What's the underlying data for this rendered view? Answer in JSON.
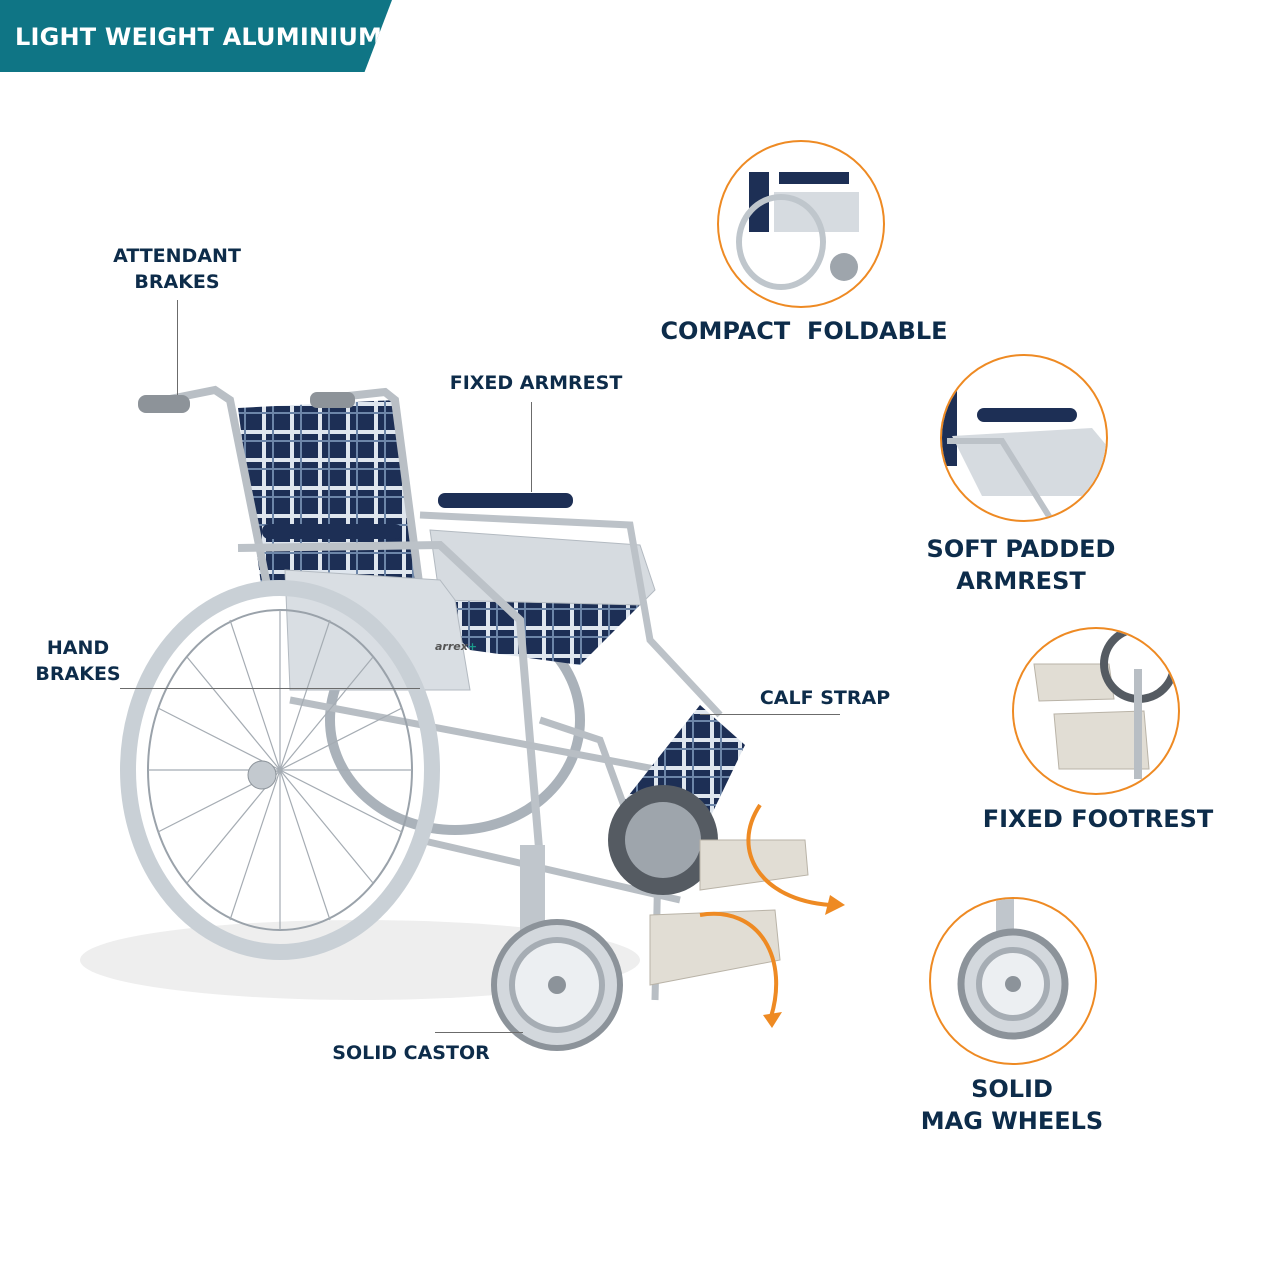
{
  "banner": {
    "title": "LIGHT WEIGHT ALUMINIUM",
    "color": "#0f7585"
  },
  "callouts": {
    "attendant_brakes": [
      "ATTENDANT",
      "BRAKES"
    ],
    "fixed_armrest": "FIXED ARMREST",
    "hand_brakes": [
      "HAND",
      "BRAKES"
    ],
    "calf_strap": "CALF STRAP",
    "solid_castor": "SOLID CASTOR"
  },
  "features": [
    {
      "label": [
        "COMPACT  FOLDABLE"
      ],
      "icon": "folded-wheelchair"
    },
    {
      "label": [
        "SOFT PADDED",
        "ARMREST"
      ],
      "icon": "padded-armrest"
    },
    {
      "label": [
        "FIXED FOOTREST"
      ],
      "icon": "footrest"
    },
    {
      "label": [
        "SOLID",
        "MAG WHEELS"
      ],
      "icon": "mag-wheel"
    }
  ],
  "product": {
    "brand_logo": "arrex"
  },
  "colors": {
    "text": "#0d2c4a",
    "accent": "#ee8a23",
    "banner": "#0f7585"
  }
}
